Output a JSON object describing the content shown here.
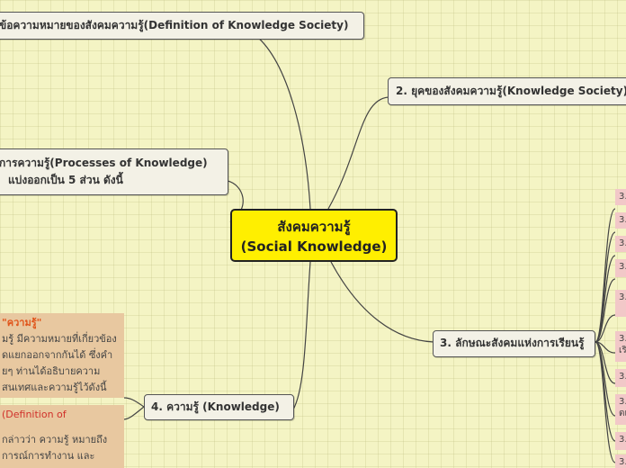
{
  "central": {
    "line1": "สังคมความรู้",
    "line2": "(Social Knowledge)"
  },
  "branches": {
    "definition": "ข้อความหมายของสังคมความรู้(Definition of Knowledge Society)",
    "era": "2. ยุคของสังคมความรู้(Knowledge Society)",
    "processes_line1": "การความรู้(Processes of Knowledge)",
    "processes_line2": "แบ่งออกเป็น 5 ส่วน ดังนี้",
    "learning": "3. ลักษณะสังคมแห่งการเรียนรู้",
    "knowledge": "4. ความรู้ (Knowledge)"
  },
  "sub_items": [
    "3.",
    "3.",
    "3.",
    "3.",
    "3.",
    "3.",
    "3.",
    "3.",
    "3.",
    "3."
  ],
  "sub_items_extra": {
    "item6": "เริ",
    "item8": "ตเ"
  },
  "notes": {
    "note1_title": "\"ความรู้\"",
    "note1_lines": [
      "มรู้ มีความหมายที่เกี่ยวข้อง",
      "ดแยกออกจากกันได้ ซึ่งคำ",
      "ยๆ ท่านได้อธิบายความ",
      "สนเทศและความรู้ไว้ดังนี้"
    ],
    "note2_title": "(Definition of",
    "note2_lines": [
      "กล่าวว่า ความรู้ หมายถึง",
      "การณ์การทำงาน และ"
    ]
  },
  "colors": {
    "background": "#f4f4c4",
    "central_fill": "#ffef00",
    "node_fill": "#f3f1e6",
    "sub_fill": "#f2c8c8",
    "note_fill": "#e8c8a0",
    "line": "#444444"
  }
}
